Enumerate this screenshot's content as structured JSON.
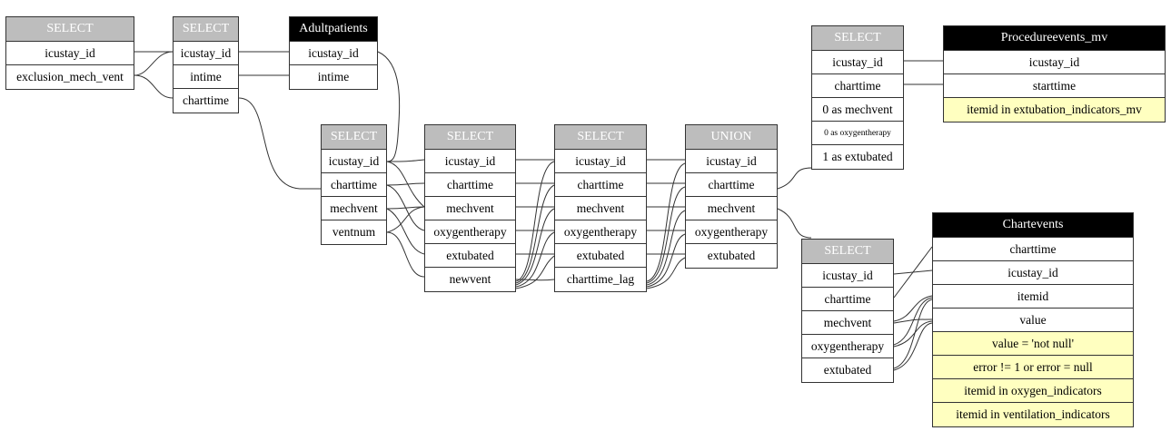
{
  "colors": {
    "header_grey": "#bdbdbd",
    "header_black": "#000000",
    "condition_fill": "#ffffc0",
    "line": "#333333"
  },
  "t1": {
    "header": "SELECT",
    "rows": [
      "icustay_id",
      "exclusion_mech_vent"
    ]
  },
  "t2": {
    "header": "SELECT",
    "rows": [
      "icustay_id",
      "intime",
      "charttime"
    ]
  },
  "t3": {
    "header": "Adultpatients",
    "rows": [
      "icustay_id",
      "intime"
    ]
  },
  "t4": {
    "header": "SELECT",
    "rows": [
      "icustay_id",
      "charttime",
      "mechvent",
      "ventnum"
    ]
  },
  "t5": {
    "header": "SELECT",
    "rows": [
      "icustay_id",
      "charttime",
      "mechvent",
      "oxygentherapy",
      "extubated",
      "newvent"
    ]
  },
  "t6": {
    "header": "SELECT",
    "rows": [
      "icustay_id",
      "charttime",
      "mechvent",
      "oxygentherapy",
      "extubated",
      "charttime_lag"
    ]
  },
  "t7": {
    "header": "UNION",
    "rows": [
      "icustay_id",
      "charttime",
      "mechvent",
      "oxygentherapy",
      "extubated"
    ]
  },
  "t8": {
    "header": "SELECT",
    "rows": [
      "icustay_id",
      "charttime",
      "0 as mechvent",
      "0 as oxygentherapy",
      "1 as extubated"
    ]
  },
  "t9": {
    "header": "Procedureevents_mv",
    "rows": [
      "icustay_id",
      "starttime"
    ],
    "conditions": [
      "itemid  in extubation_indicators_mv"
    ]
  },
  "t10": {
    "header": "SELECT",
    "rows": [
      "icustay_id",
      "charttime",
      "mechvent",
      "oxygentherapy",
      "extubated"
    ]
  },
  "t11": {
    "header": "Chartevents",
    "rows": [
      "charttime",
      "icustay_id",
      "itemid",
      "value"
    ],
    "conditions": [
      "value = 'not null'",
      "error != 1 or error = null",
      "itemid   in oxygen_indicators",
      "itemid  in ventilation_indicators"
    ]
  }
}
